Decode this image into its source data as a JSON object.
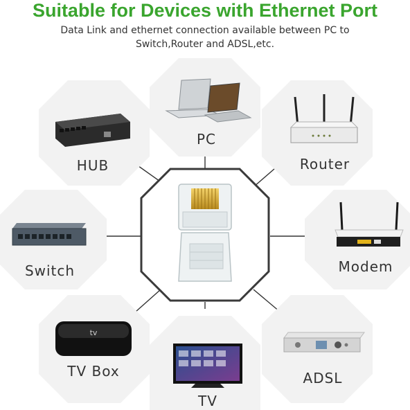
{
  "header": {
    "title": "Suitable for Devices with Ethernet Port",
    "subtitle": "Data Link and ethernet connection available between PC to Switch,Router and ADSL,etc."
  },
  "devices": {
    "hub": "HUB",
    "pc": "PC",
    "router": "Router",
    "switch": "Switch",
    "modem": "Modem",
    "tv_box": "TV Box",
    "tv": "TV",
    "adsl": "ADSL"
  },
  "colors": {
    "title_green": "#3aa52e",
    "octagon_bg": "#f2f2f2",
    "frame_dark": "#3a3a3a"
  },
  "icons": [
    "rj45-connector-icon",
    "ethernet-hub-icon",
    "laptop-icon",
    "router-icon",
    "network-switch-icon",
    "modem-icon",
    "tv-box-icon",
    "television-icon",
    "adsl-modem-icon"
  ]
}
